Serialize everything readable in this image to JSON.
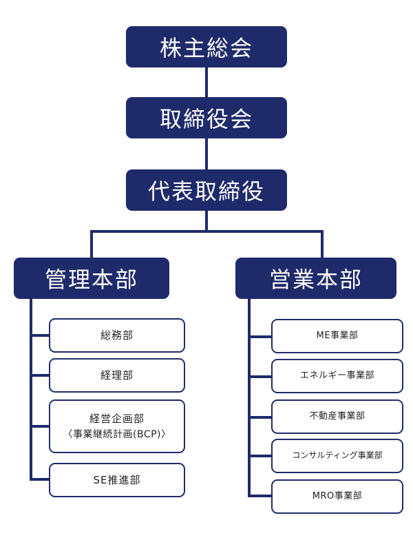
{
  "top": {
    "shareholders": "株主総会",
    "board": "取締役会",
    "president": "代表取締役"
  },
  "divisions": {
    "admin": {
      "title": "管理本部",
      "items": [
        {
          "label": "総務部"
        },
        {
          "label": "経理部"
        },
        {
          "label": "経営企画部",
          "sub": "〈事業継続計画(BCP)〉"
        },
        {
          "label": "SE推進部"
        }
      ]
    },
    "sales": {
      "title": "営業本部",
      "items": [
        {
          "label": "ME事業部"
        },
        {
          "label": "エネルギー事業部"
        },
        {
          "label": "不動産事業部"
        },
        {
          "label": "コンサルティング事業部"
        },
        {
          "label": "MRO事業部"
        }
      ]
    }
  },
  "colors": {
    "navy": "#1f2a6b",
    "white": "#ffffff"
  }
}
